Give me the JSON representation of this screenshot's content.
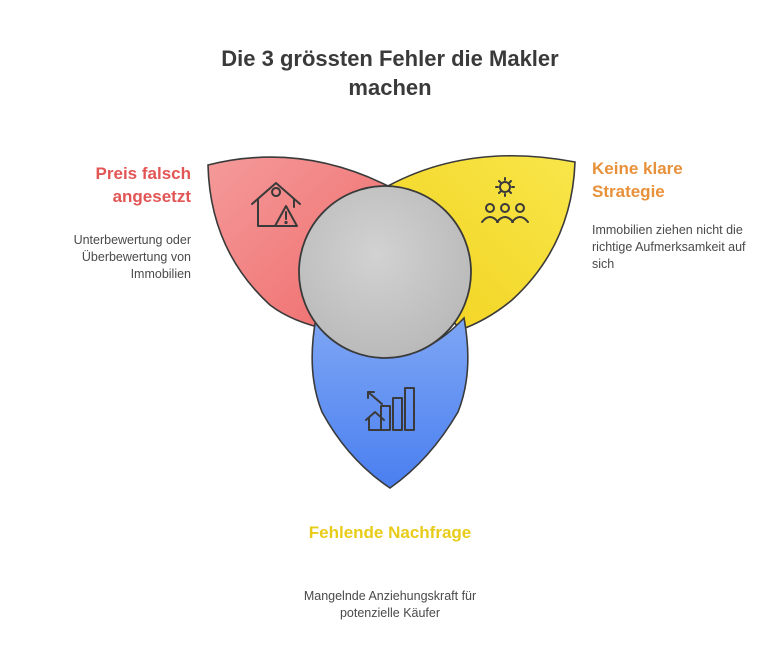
{
  "title": "Die 3 grössten Fehler die Makler machen",
  "segments": [
    {
      "id": "left",
      "title": "Preis falsch angesetzt",
      "description": "Unterbewertung oder Überbewertung von Immobilien",
      "color": "#f07a7a",
      "title_color": "#e25555",
      "icon": "house-warning-icon"
    },
    {
      "id": "right",
      "title": "Keine klare Strategie",
      "description": "Immobilien ziehen nicht die richtige Aufmerksamkeit auf sich",
      "color": "#f6e23a",
      "title_color": "#e8913a",
      "icon": "team-gear-icon"
    },
    {
      "id": "bottom",
      "title": "Fehlende Nachfrage",
      "description": "Mangelnde Anziehungskraft für potenzielle Käufer",
      "color": "#5b8ef0",
      "title_color": "#e8cc1a",
      "icon": "declining-chart-house-icon"
    }
  ],
  "center_color": "#c8c8c8"
}
